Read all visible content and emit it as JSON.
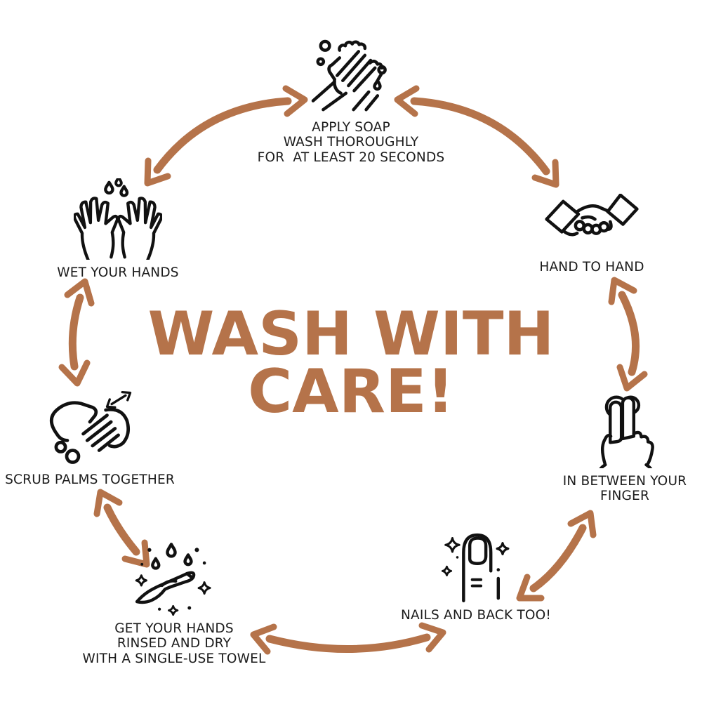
{
  "title": "WASH WITH\nCARE!",
  "colors": {
    "accent": "#b5734a",
    "text": "#1c1c1c",
    "icon": "#111111",
    "background": "#ffffff"
  },
  "steps": [
    {
      "id": "apply-soap",
      "icon": "washing-hands-icon",
      "label": "APPLY SOAP\nWASH THOROUGHLY\nFOR  AT LEAST 20 SECONDS"
    },
    {
      "id": "hand-to-hand",
      "icon": "handshake-icon",
      "label": "HAND TO HAND"
    },
    {
      "id": "in-between-finger",
      "icon": "two-finger-icon",
      "label": "IN BETWEEN YOUR\nFINGER"
    },
    {
      "id": "nails-and-back",
      "icon": "fingernail-icon",
      "label": "NAILS AND BACK TOO!"
    },
    {
      "id": "rinse-and-dry",
      "icon": "rinse-dry-hand-icon",
      "label": "GET YOUR HANDS\nRINSED AND DRY\nWITH A SINGLE-USE TOWEL"
    },
    {
      "id": "scrub-palms",
      "icon": "scrub-palms-icon",
      "label": "SCRUB PALMS TOGETHER"
    },
    {
      "id": "wet-hands",
      "icon": "wet-hands-icon",
      "label": "WET YOUR HANDS"
    }
  ]
}
